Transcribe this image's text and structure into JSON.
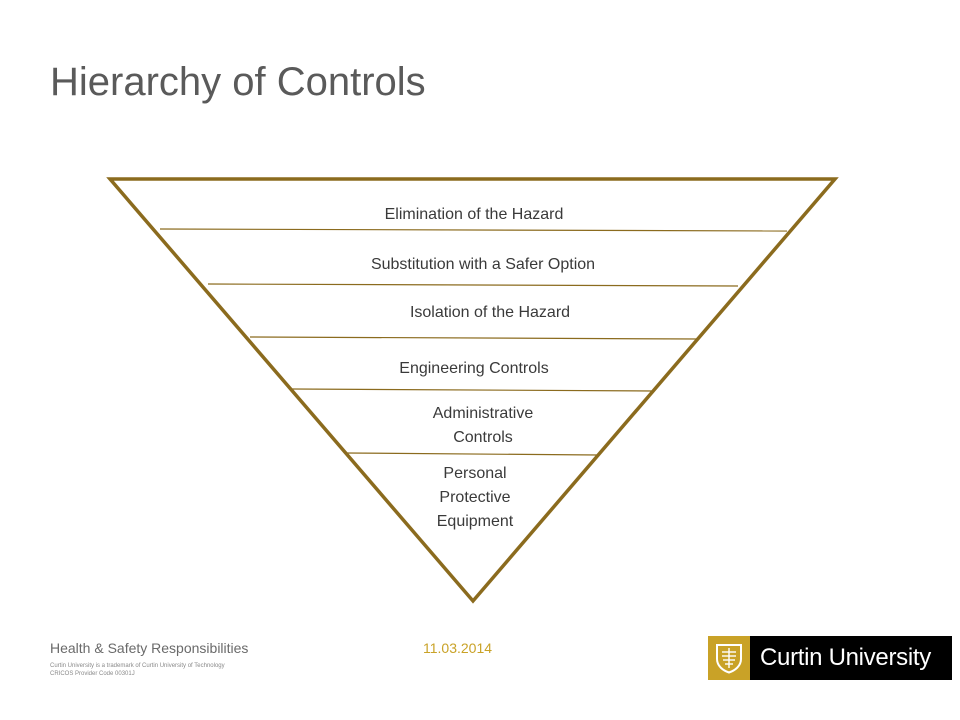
{
  "slide": {
    "title": "Hierarchy of Controls"
  },
  "diagram": {
    "type": "inverted-pyramid",
    "outline_color": "#8b6b1e",
    "levels": [
      {
        "lines": [
          "Elimination of the Hazard"
        ]
      },
      {
        "lines": [
          "Substitution with a Safer Option"
        ]
      },
      {
        "lines": [
          "Isolation of the Hazard"
        ]
      },
      {
        "lines": [
          "Engineering Controls"
        ]
      },
      {
        "lines": [
          "Administrative",
          "Controls"
        ]
      },
      {
        "lines": [
          "Personal",
          "Protective",
          "Equipment"
        ]
      }
    ]
  },
  "footer": {
    "subject": "Health & Safety Responsibilities",
    "date": "11.03.2014",
    "trademark": "Curtin University is a trademark of Curtin University of Technology",
    "cricos": "CRICOS Provider Code 00301J"
  },
  "logo": {
    "name": "Curtin University",
    "mark_color": "#c9a227",
    "icon": "curtin-crest-icon"
  }
}
